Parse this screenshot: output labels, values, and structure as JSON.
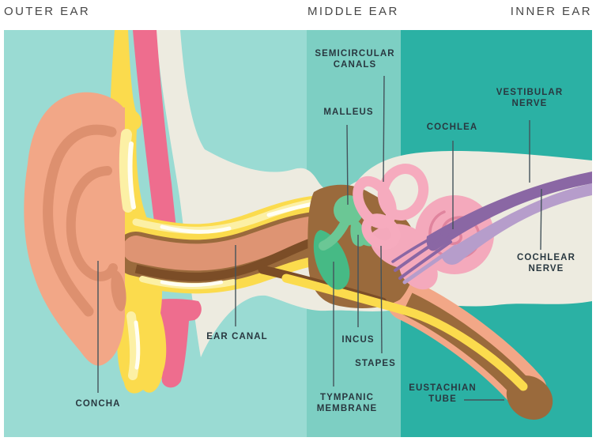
{
  "header": {
    "sections": [
      {
        "label": "OUTER EAR"
      },
      {
        "label": "MIDDLE EAR"
      },
      {
        "label": "INNER EAR"
      }
    ]
  },
  "labels": {
    "semicircular_canals": "SEMICIRCULAR\nCANALS",
    "malleus": "MALLEUS",
    "cochlea": "COCHLEA",
    "vestibular_nerve": "VESTIBULAR\nNERVE",
    "cochlear_nerve": "COCHLEAR\nNERVE",
    "ear_canal": "EAR CANAL",
    "incus": "INCUS",
    "stapes": "STAPES",
    "tympanic_membrane": "TYMPANIC\nMEMBRANE",
    "eustachian_tube": "EUSTACHIAN\nTUBE",
    "concha": "CONCHA"
  },
  "palette": {
    "outer_band": "#9ADBD3",
    "middle_band": "#7DCFC3",
    "inner_band": "#2BB1A4",
    "skull_cream": "#EDEBE0",
    "skin_salmon": "#F2A787",
    "skin_shadow": "#DD906F",
    "cartilage_yellow": "#FBDB4D",
    "highlight_pale": "#FCF0A5",
    "muscle_pink": "#EE6D8E",
    "bone_brown": "#9A6A3C",
    "bone_brown_dark": "#7B4D27",
    "ossicle_green": "#6BC795",
    "membrane_green": "#46BA85",
    "inner_ear_pink": "#F4A9BC",
    "spiral_pink": "#E0849E",
    "nerve_purple_dark": "#8A67A4",
    "nerve_purple_light": "#B69DCB",
    "label_text": "#293840",
    "leader_line": "#44535B"
  }
}
